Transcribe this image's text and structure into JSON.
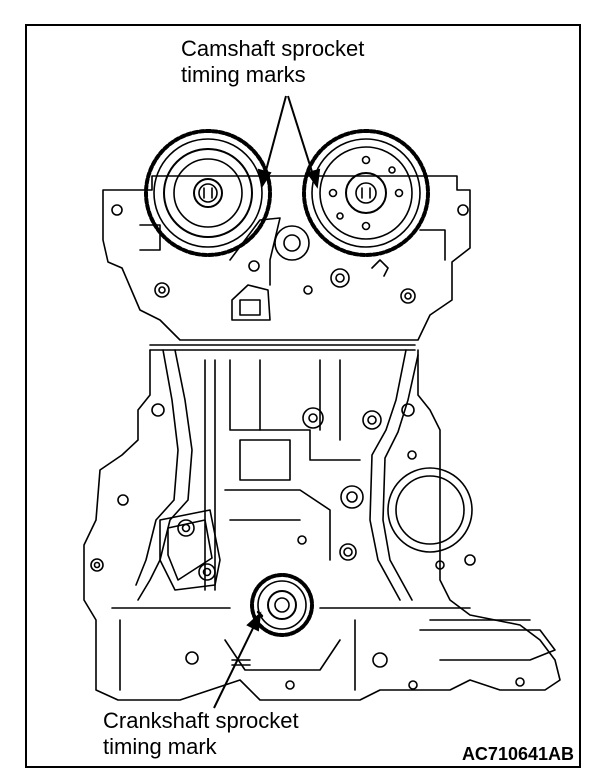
{
  "callouts": {
    "camshaft_line1": "Camshaft sprocket",
    "camshaft_line2": "timing marks",
    "crankshaft_line1": "Crankshaft sprocket",
    "crankshaft_line2": "timing mark"
  },
  "figure_id": "AC710641AB",
  "colors": {
    "ink": "#000000",
    "paper": "#ffffff"
  }
}
